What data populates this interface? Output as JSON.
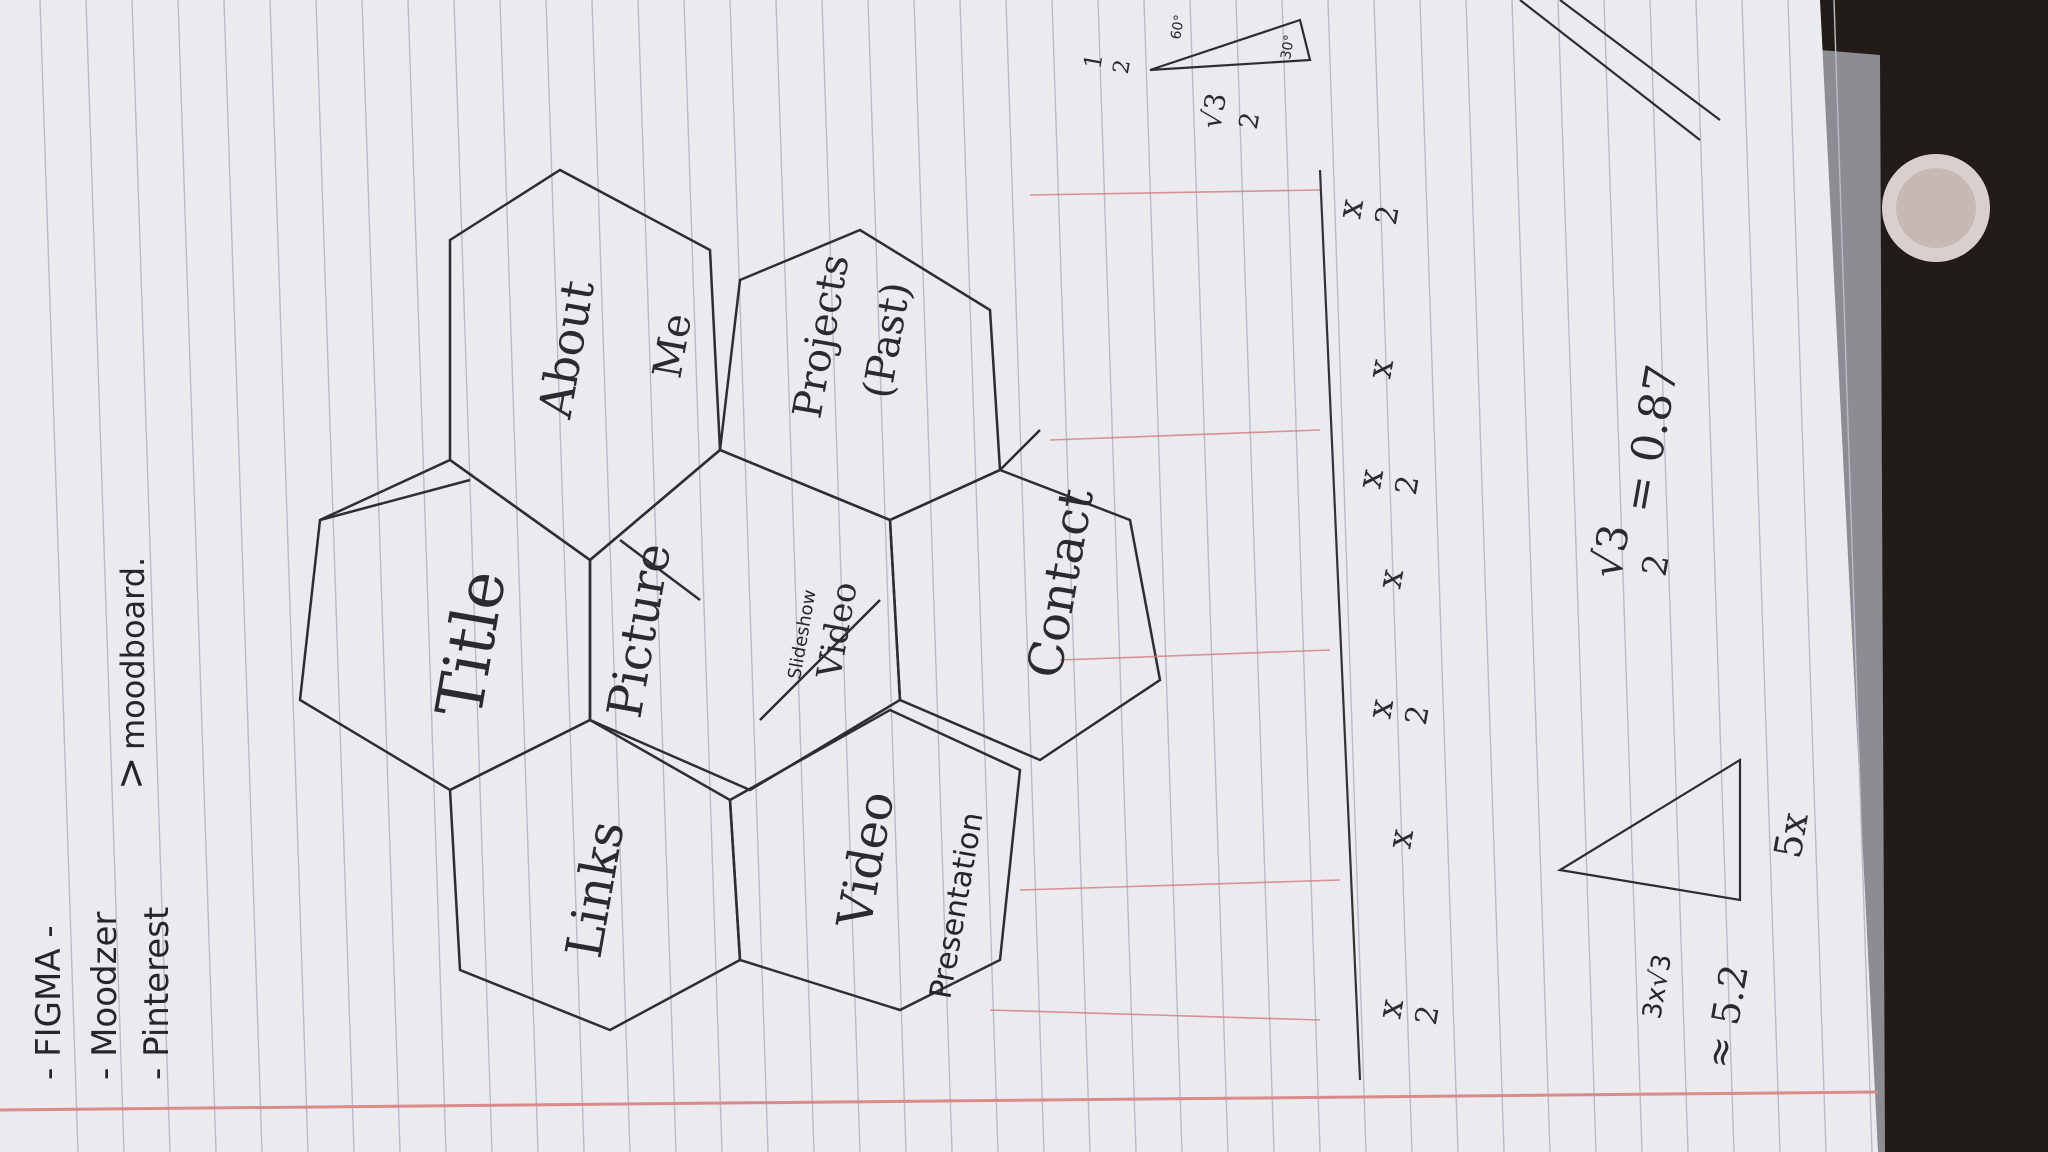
{
  "colors": {
    "paper": "#ecebef",
    "rule_line": "#b7bcc9",
    "margin_line": "#d98a8a",
    "ink": "#2a2a30",
    "desk": "#1a1714"
  },
  "notes": {
    "bullet_1": "- FIGMA -",
    "bullet_2": "- Moodzer",
    "bullet_3": "- Pinterest",
    "brace": ">",
    "moodboard": "moodboard."
  },
  "hexagons": {
    "title": "Title",
    "about": "About",
    "me": "Me",
    "links": "Links",
    "picture": "Picture",
    "slideshow": "Slideshow",
    "video_small": "Video",
    "projects": "Projects",
    "past": "(Past)",
    "video": "Video",
    "presentation": "Presentation",
    "contact": "Contact"
  },
  "measurements": {
    "x_half_1": "x",
    "x_half_1_den": "2",
    "x_1": "x",
    "x_half_2": "x",
    "x_half_2_den": "2",
    "x_2": "x",
    "x_half_3": "x",
    "x_half_3_den": "2",
    "x_3": "x",
    "x_half_4": "x",
    "x_half_4_den": "2",
    "five_x": "5x",
    "three_x_root3": "3x√3",
    "approx_52": "≈ 5.2",
    "root3_over_2_num": "√3",
    "root3_over_2_den": "2",
    "equals_087": "= 0.87",
    "corner_root3": "√3",
    "corner_two": "2",
    "corner_half": "1",
    "corner_half_den": "2",
    "angle_60": "60°",
    "angle_30": "30°"
  }
}
